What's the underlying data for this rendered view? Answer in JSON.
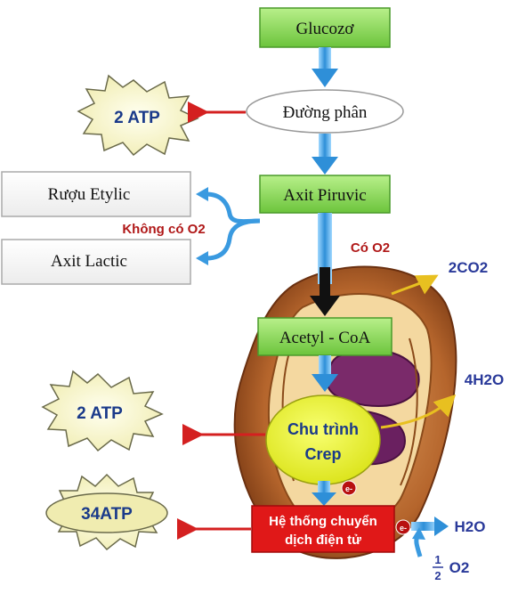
{
  "nodes": {
    "glucose": "Glucozơ",
    "glycolysis": "Đường phân",
    "pyruvic": "Axit Piruvic",
    "ethanol": "Rượu Etylic",
    "lactic": "Axit Lactic",
    "acetyl": "Acetyl - CoA",
    "krebs_line1": "Chu trình",
    "krebs_line2": "Crep",
    "etc_line1": "Hệ thống chuyển",
    "etc_line2": "dịch điện tử"
  },
  "labels": {
    "no_oxygen": "Không có O2",
    "with_oxygen": "Có O2",
    "co2": "2CO2",
    "h2o_out": "4H2O",
    "h2o_etc": "H2O",
    "half_o2_num": "1",
    "half_o2_den": "2",
    "half_o2_sym": "O2",
    "electron1": "e-",
    "electron2": "e-"
  },
  "atp": {
    "glycolysis": "2 ATP",
    "krebs": "2 ATP",
    "etc": "34ATP"
  },
  "colors": {
    "box_green": "#8fdc5e",
    "box_border": "#4a9a2a",
    "arrow_blue": "#3aa0e0",
    "arrow_red": "#d42020",
    "starburst": "#fffbd0",
    "atp_text": "#1a3a8a",
    "mito_outer": "#b0622a",
    "mito_inner": "#7a2a6a",
    "krebs_fill": "#e8f020",
    "etc_fill": "#e01818",
    "label_red": "#b01818",
    "label_blue": "#2a3a9a"
  }
}
